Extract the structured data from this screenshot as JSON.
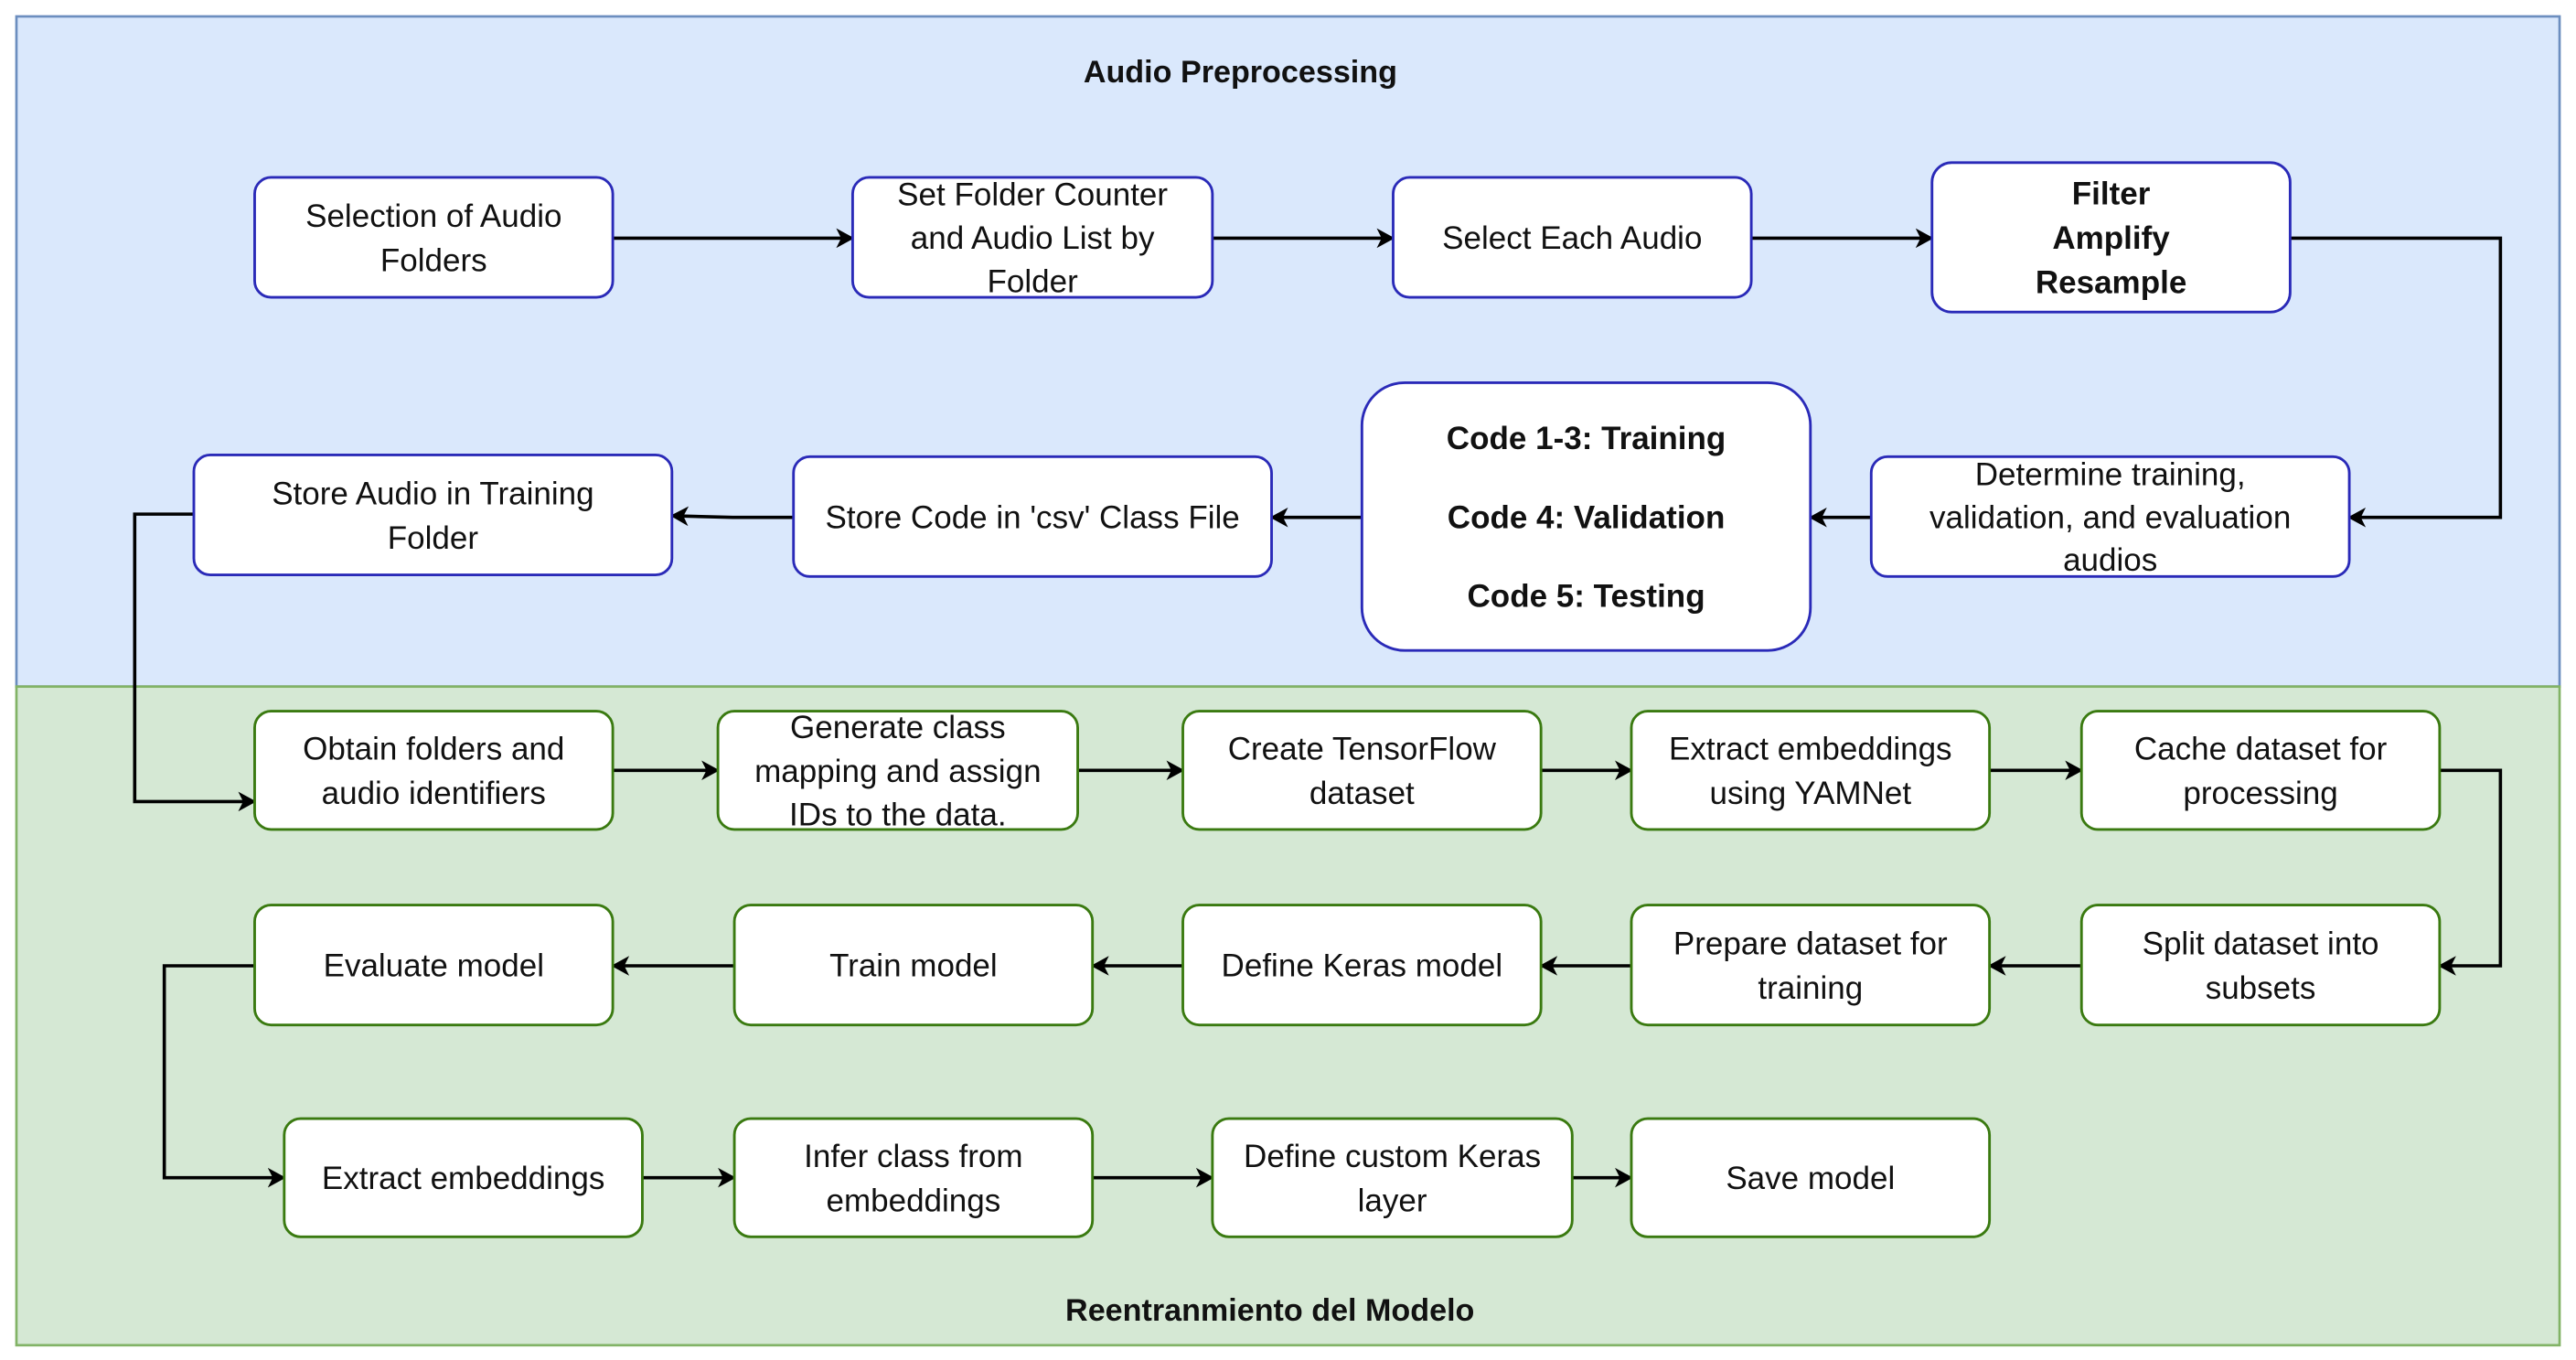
{
  "colors": {
    "preprocessing_fill": "#dae8fc",
    "preprocessing_border": "#6c8ebf",
    "retraining_fill": "#d5e8d4",
    "retraining_border": "#82b366",
    "blue_node_stroke": "#2a2ab8",
    "green_node_stroke": "#3a7a10",
    "node_fill": "#ffffff",
    "edge": "#000000"
  },
  "regions": {
    "preprocessing": {
      "title": "Audio Preprocessing"
    },
    "retraining": {
      "title": "Reentranmiento del Modelo"
    }
  },
  "nodes": {
    "selection_audio_folders": {
      "lines": [
        "Selection of Audio",
        "Folders"
      ]
    },
    "set_folder_counter": {
      "lines": [
        "Set Folder Counter",
        "and Audio List by",
        "Folder"
      ]
    },
    "select_each_audio": {
      "lines": [
        "Select Each Audio"
      ]
    },
    "filter_amplify_resample": {
      "lines": [
        "Filter",
        "Amplify",
        "Resample"
      ]
    },
    "determine_subsets": {
      "lines": [
        "Determine training,",
        "validation, and evaluation",
        "audios"
      ]
    },
    "codes": {
      "lines": [
        "Code 1-3: Training",
        "Code 4: Validation",
        "Code 5: Testing"
      ]
    },
    "store_code_csv": {
      "lines": [
        "Store Code in 'csv' Class File"
      ]
    },
    "store_audio_training": {
      "lines": [
        "Store Audio in Training",
        "Folder"
      ]
    },
    "obtain_folders": {
      "lines": [
        "Obtain folders and",
        "audio identifiers"
      ]
    },
    "generate_class_mapping": {
      "lines": [
        "Generate class",
        "mapping and assign",
        "IDs to the data."
      ]
    },
    "create_tf_dataset": {
      "lines": [
        "Create TensorFlow",
        "dataset"
      ]
    },
    "extract_embeddings_yamnet": {
      "lines": [
        "Extract embeddings",
        "using YAMNet"
      ]
    },
    "cache_dataset": {
      "lines": [
        "Cache dataset for",
        "processing"
      ]
    },
    "split_dataset": {
      "lines": [
        "Split dataset into",
        "subsets"
      ]
    },
    "prepare_dataset": {
      "lines": [
        "Prepare dataset for",
        "training"
      ]
    },
    "define_keras_model": {
      "lines": [
        "Define Keras model"
      ]
    },
    "train_model": {
      "lines": [
        "Train model"
      ]
    },
    "evaluate_model": {
      "lines": [
        "Evaluate model"
      ]
    },
    "extract_embeddings": {
      "lines": [
        "Extract embeddings"
      ]
    },
    "infer_class": {
      "lines": [
        "Infer class from",
        "embeddings"
      ]
    },
    "define_custom_layer": {
      "lines": [
        "Define custom Keras",
        "layer"
      ]
    },
    "save_model": {
      "lines": [
        "Save model"
      ]
    }
  },
  "edges": [
    [
      "selection_audio_folders",
      "set_folder_counter"
    ],
    [
      "set_folder_counter",
      "select_each_audio"
    ],
    [
      "select_each_audio",
      "filter_amplify_resample"
    ],
    [
      "filter_amplify_resample",
      "determine_subsets"
    ],
    [
      "determine_subsets",
      "codes"
    ],
    [
      "codes",
      "store_code_csv"
    ],
    [
      "store_code_csv",
      "store_audio_training"
    ],
    [
      "store_audio_training",
      "obtain_folders"
    ],
    [
      "obtain_folders",
      "generate_class_mapping"
    ],
    [
      "generate_class_mapping",
      "create_tf_dataset"
    ],
    [
      "create_tf_dataset",
      "extract_embeddings_yamnet"
    ],
    [
      "extract_embeddings_yamnet",
      "cache_dataset"
    ],
    [
      "cache_dataset",
      "split_dataset"
    ],
    [
      "split_dataset",
      "prepare_dataset"
    ],
    [
      "prepare_dataset",
      "define_keras_model"
    ],
    [
      "define_keras_model",
      "train_model"
    ],
    [
      "train_model",
      "evaluate_model"
    ],
    [
      "evaluate_model",
      "extract_embeddings"
    ],
    [
      "extract_embeddings",
      "infer_class"
    ],
    [
      "infer_class",
      "define_custom_layer"
    ],
    [
      "define_custom_layer",
      "save_model"
    ]
  ]
}
